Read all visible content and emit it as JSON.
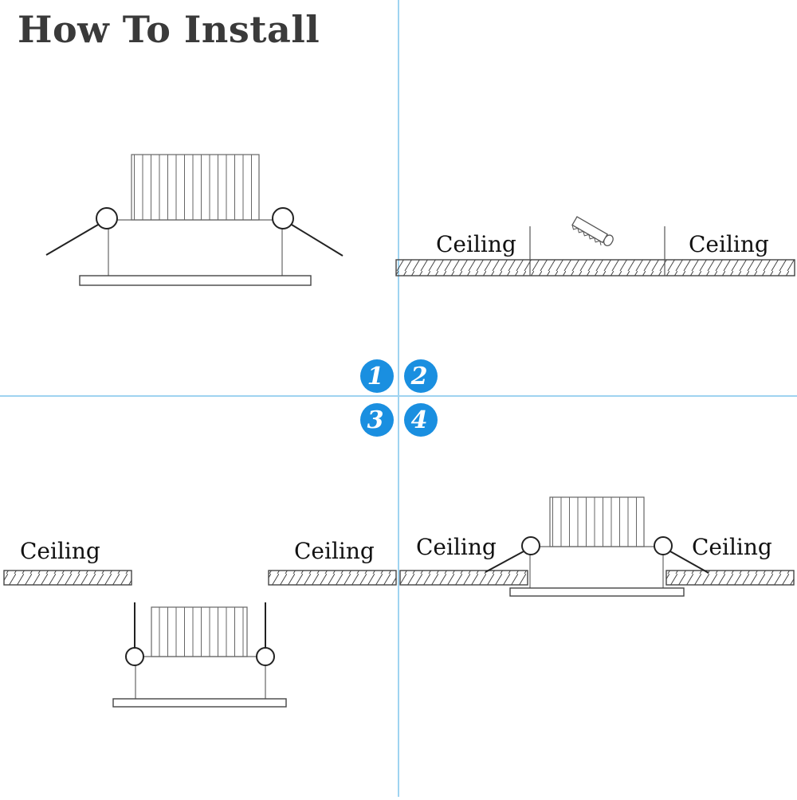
{
  "title": "How To Install",
  "ceiling_label": "Ceiling",
  "steps": [
    "1",
    "2",
    "3",
    "4"
  ],
  "colors": {
    "divider": "#9fd3f0",
    "badge": "#1a8fe0",
    "line": "#222222",
    "light_line": "#777777",
    "title": "#3a3a3a"
  },
  "icons": [
    "downlight-fixture-icon",
    "spring-clip-icon",
    "jigsaw-blade-icon",
    "ceiling-section-icon",
    "step-badge-icon"
  ]
}
